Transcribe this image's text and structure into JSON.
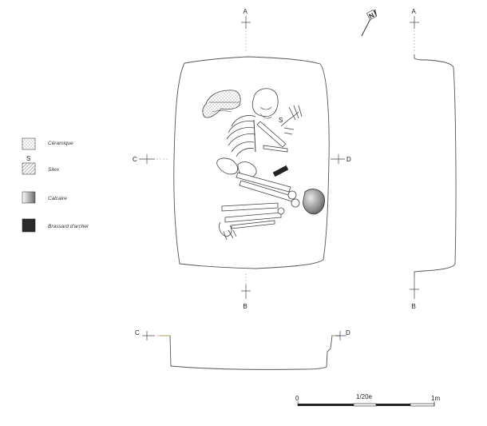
{
  "section_markers": {
    "a_top": "A",
    "a_right_top": "A",
    "b_bottom": "B",
    "b_right_bottom": "B",
    "c_left": "C",
    "d_right": "D",
    "c_section": "C",
    "d_section": "D"
  },
  "north_arrow": {
    "label": "N",
    "icon": "north-arrow-icon"
  },
  "artifacts": {
    "flint_mark": "S"
  },
  "legend": {
    "items": [
      {
        "label": "Céramique",
        "swatch": "dotted-pattern"
      },
      {
        "label": "Silex",
        "swatch": "hatched-pattern",
        "symbol": "S"
      },
      {
        "label": "Calcaire",
        "swatch": "gradient-gray"
      },
      {
        "label": "Brassard d'archer",
        "swatch": "solid-dark"
      }
    ]
  },
  "scale_bar": {
    "start": "0",
    "mid": "1/20e",
    "end": "1m"
  }
}
